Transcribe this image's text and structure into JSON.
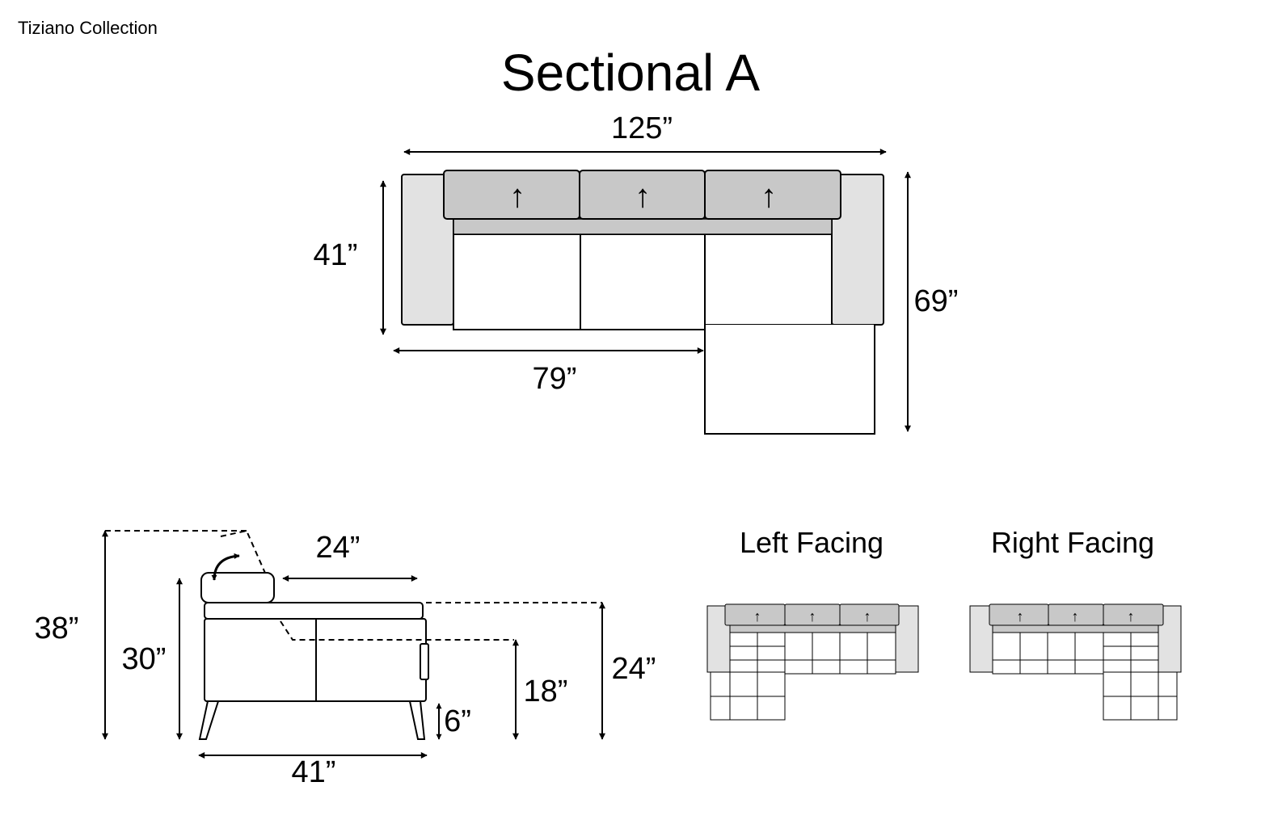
{
  "brand": "Tiziano Collection",
  "title": "Sectional A",
  "top_view": {
    "overall_width": "125”",
    "overall_depth": "69”",
    "sofa_depth": "41”",
    "sofa_section_width": "79”",
    "arrow_glyph": "↑",
    "arrow_icon": "up-arrow-icon"
  },
  "side_view": {
    "max_height": "38”",
    "back_height": "30”",
    "seat_depth": "24”",
    "arm_height": "24”",
    "seat_height": "18”",
    "leg_height": "6”",
    "depth": "41”",
    "recline_icon": "recline-arrow-icon"
  },
  "orientations": {
    "left_label": "Left Facing",
    "right_label": "Right Facing"
  },
  "colors": {
    "line": "#000000",
    "cushion": "#c8c8c8",
    "arm": "#e2e2e2",
    "seat": "#ffffff"
  }
}
